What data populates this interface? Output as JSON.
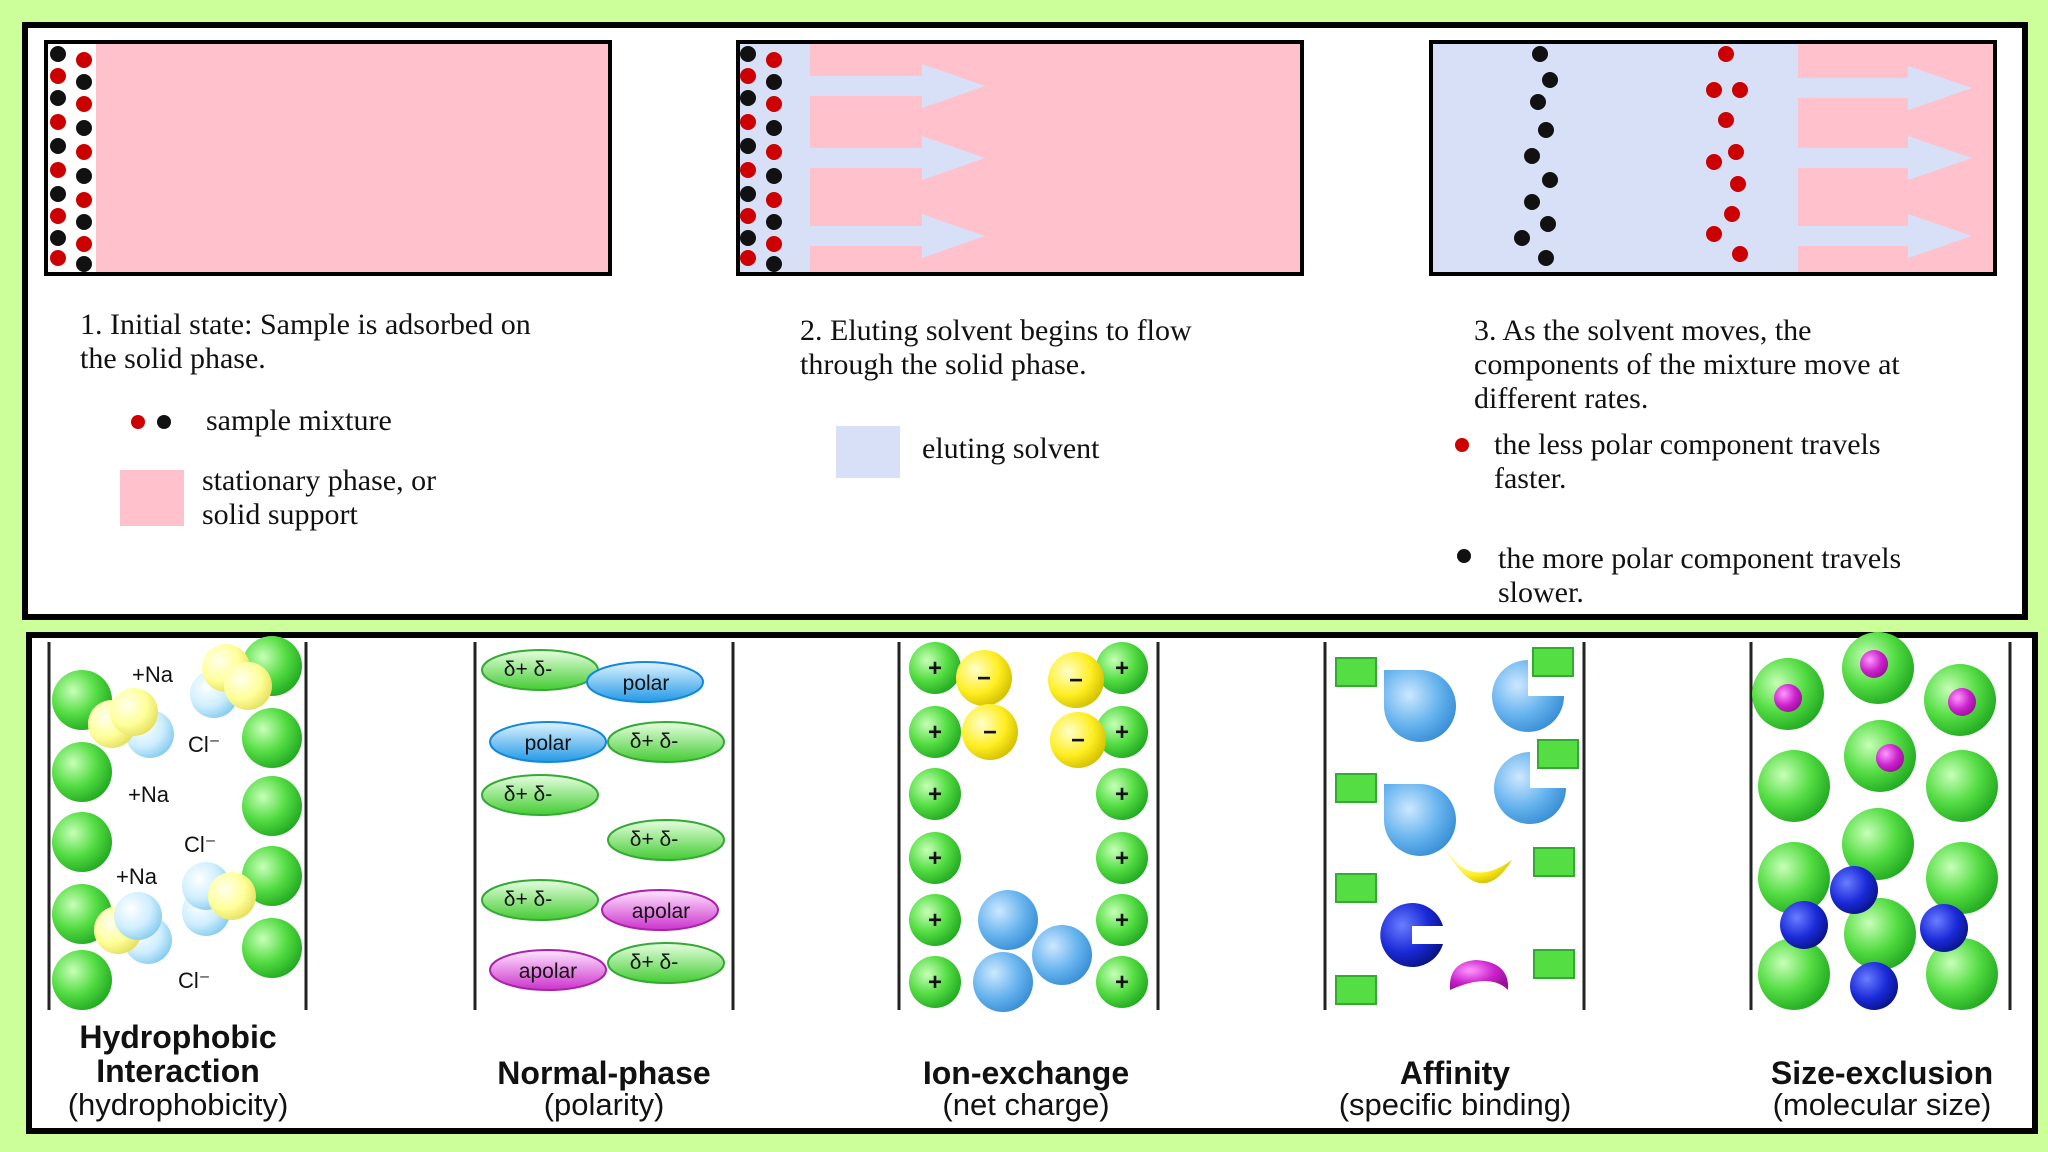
{
  "steps": [
    {
      "label": "1. Initial state: Sample is adsorbed on the solid phase."
    },
    {
      "label": "2. Eluting solvent begins to flow through the solid phase."
    },
    {
      "label": "3. As the solvent moves, the components of the mixture move at different rates."
    }
  ],
  "legend": {
    "sample_mixture": "sample mixture",
    "stationary_phase": "stationary phase, or solid support",
    "eluting_solvent": "eluting solvent",
    "less_polar": "the less polar component travels faster.",
    "more_polar": "the more polar component travels slower."
  },
  "colors": {
    "background": "#ccff99",
    "stationary_phase": "#ffc1cc",
    "solvent": "#d8e0f8",
    "red_component": "#cc0000",
    "black_component": "#111111"
  },
  "methods": [
    {
      "title": "Hydrophobic Interaction",
      "subtitle": "(hydrophobicity)"
    },
    {
      "title": "Normal-phase",
      "subtitle": "(polarity)"
    },
    {
      "title": "Ion-exchange",
      "subtitle": "(net charge)"
    },
    {
      "title": "Affinity",
      "subtitle": "(specific binding)"
    },
    {
      "title": "Size-exclusion",
      "subtitle": "(molecular size)"
    }
  ],
  "column_labels": {
    "na": "+Na",
    "cl": "Cl⁻",
    "dipole": "δ+ δ-",
    "polar": "polar",
    "apolar": "apolar",
    "plus": "+",
    "minus": "−"
  }
}
